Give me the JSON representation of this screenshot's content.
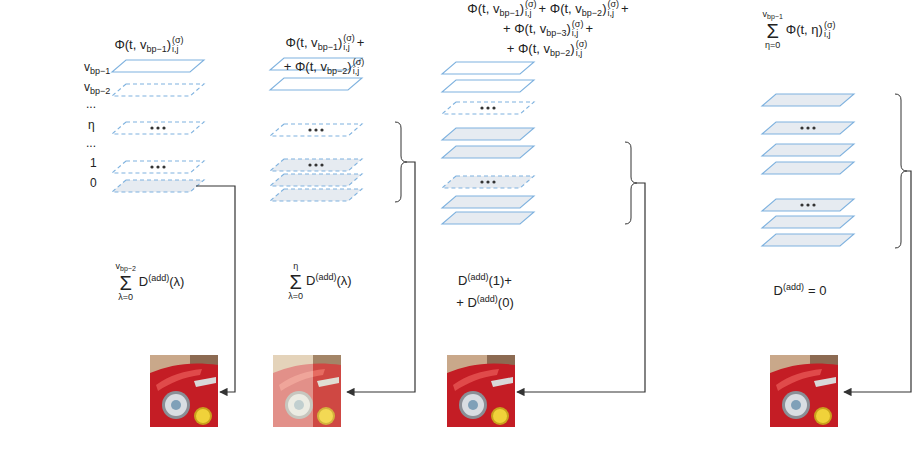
{
  "diagram": {
    "labels": [
      "Φ(t, v",
      "bp−1",
      ")",
      "(σ)",
      "i,j",
      "v",
      "bp−1",
      "v",
      "bp−2",
      "...",
      "η",
      "...",
      "1",
      "0",
      "Φ(t, v",
      "bp−1",
      ")",
      "(σ)",
      "i,j",
      "+",
      "+ Φ(t, v",
      "bp−2",
      ")",
      "(σ)",
      "i,j",
      "Φ(t, v",
      "bp−1",
      ")",
      "(σ)",
      "i,j",
      "+ Φ(t, v",
      "bp−2",
      ")",
      "(σ)",
      "i,j",
      "+",
      "+ Φ(t, v",
      "bp−3",
      ")",
      "(σ)",
      "i,j",
      "+",
      "+ Φ(t, v",
      "bp−2",
      ")",
      "(σ)",
      "i,j",
      "v",
      "bp−1",
      "Σ",
      "η=0",
      "Φ(t, η)",
      "(σ)",
      "i,j",
      "v",
      "bp−2",
      "Σ",
      "λ=0",
      "D",
      "(add)",
      "(λ)",
      "η",
      "Σ",
      "λ=0",
      "D",
      "(add)",
      "(λ)",
      "D",
      "(add)",
      "(1)+",
      "+ D",
      "(add)",
      "(0)",
      "D",
      "(add)",
      "= 0"
    ]
  }
}
